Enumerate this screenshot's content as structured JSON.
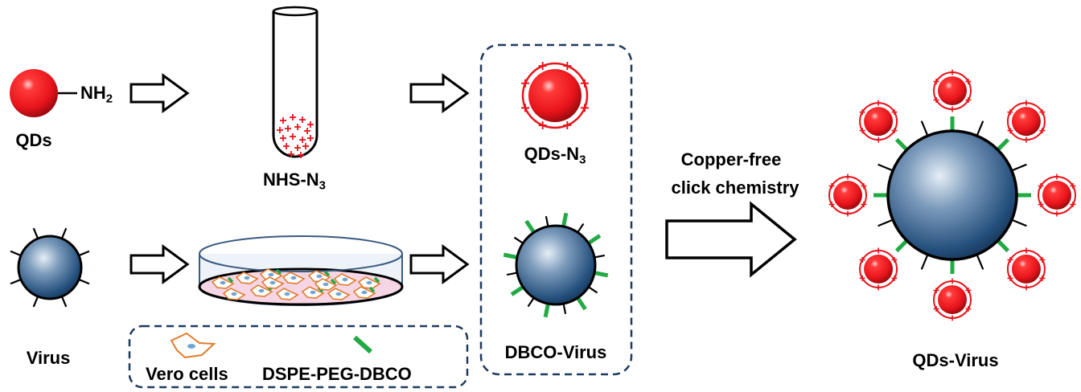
{
  "labels": {
    "qds": "QDs",
    "nh2_main": "NH",
    "nh2_sub": "2",
    "nhs_main": "NHS-N",
    "nhs_sub": "3",
    "qds_n3_main": "QDs-N",
    "qds_n3_sub": "3",
    "virus": "Virus",
    "dbco_virus": "DBCO-Virus",
    "click_line1": "Copper-free",
    "click_line2": "click chemistry",
    "qds_virus": "QDs-Virus",
    "legend_vero": "Vero cells",
    "legend_dspe": "DSPE-PEG-DBCO"
  },
  "colors": {
    "qd_red": "#e8141b",
    "virus_blue": "#1f4e79",
    "linker_green": "#22aa44",
    "dashed_box": "#1f3a5f",
    "vero_orange": "#e07a2a",
    "dish_fill": "#f6d6e4"
  },
  "icons": [
    "qd-particle-icon",
    "test-tube-icon",
    "petri-dish-icon",
    "virus-particle-icon",
    "vero-cell-icon",
    "dbco-linker-icon",
    "arrow-icon"
  ]
}
